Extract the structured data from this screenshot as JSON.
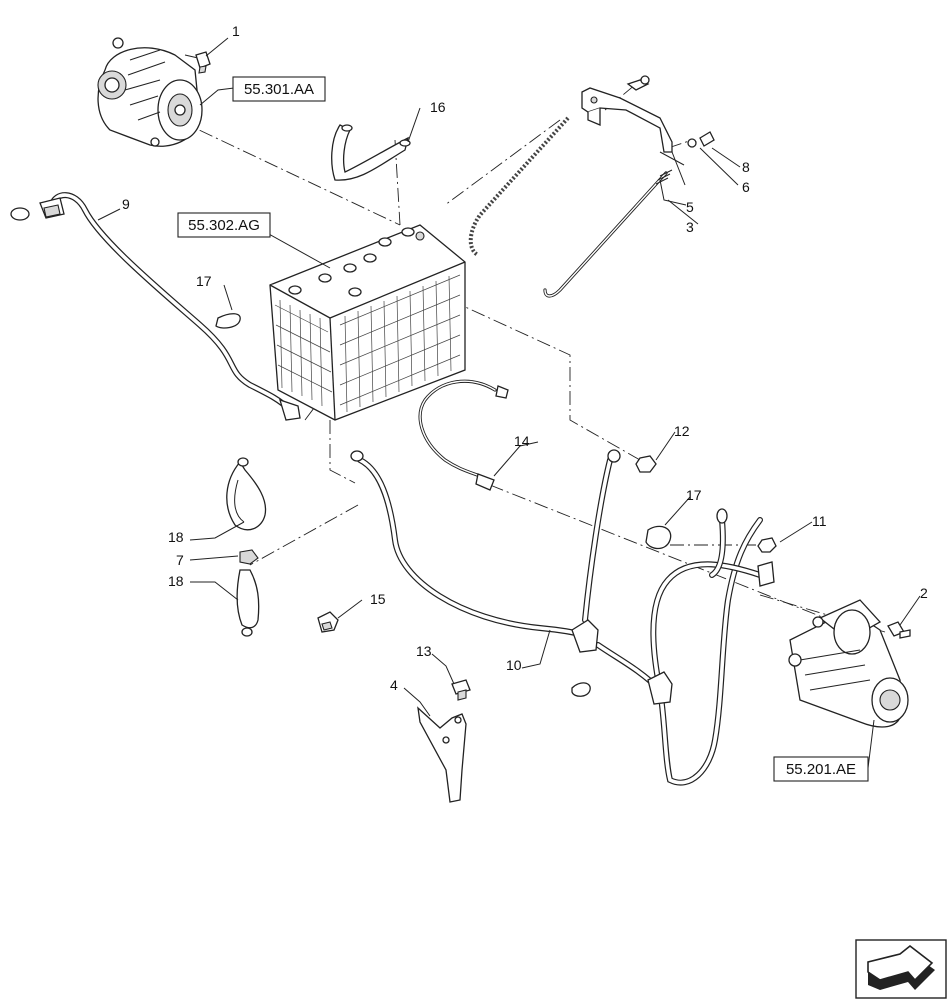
{
  "part_numbers": [
    "1",
    "2",
    "3",
    "4",
    "5",
    "6",
    "7",
    "8",
    "9",
    "10",
    "11",
    "12",
    "13",
    "14",
    "15",
    "16",
    "17",
    "17",
    "18",
    "18"
  ],
  "reference_labels": [
    "55.301.AA",
    "55.302.AG",
    "55.201.AE"
  ]
}
